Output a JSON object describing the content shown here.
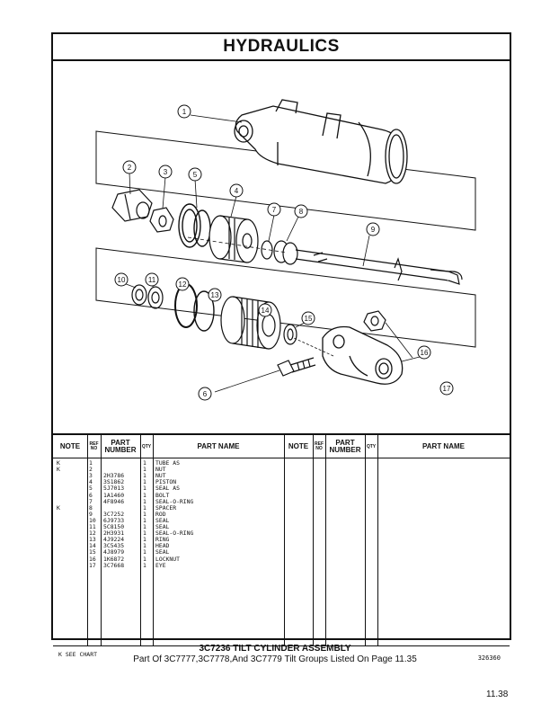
{
  "header": {
    "title": "HYDRAULICS"
  },
  "diagram": {
    "callouts": [
      "1",
      "2",
      "3",
      "5",
      "4",
      "7",
      "8",
      "9",
      "10",
      "11",
      "12",
      "13",
      "14",
      "15",
      "16",
      "17",
      "6"
    ]
  },
  "table": {
    "headers": {
      "note": "NOTE",
      "ref_no": "REF NO",
      "part_number": "PART NUMBER",
      "qty": "QTY",
      "part_name": "PART NAME"
    },
    "rows": [
      {
        "note": "K",
        "ref": "1",
        "part": "",
        "qty": "1",
        "name": "TUBE AS"
      },
      {
        "note": "K",
        "ref": "2",
        "part": "",
        "qty": "1",
        "name": "NUT"
      },
      {
        "note": "",
        "ref": "3",
        "part": "2H3786",
        "qty": "1",
        "name": "NUT"
      },
      {
        "note": "",
        "ref": "4",
        "part": "3S1862",
        "qty": "1",
        "name": "PISTON"
      },
      {
        "note": "",
        "ref": "5",
        "part": "5J7013",
        "qty": "1",
        "name": "SEAL AS"
      },
      {
        "note": "",
        "ref": "6",
        "part": "1A1460",
        "qty": "1",
        "name": "BOLT"
      },
      {
        "note": "",
        "ref": "7",
        "part": "4F8946",
        "qty": "1",
        "name": "SEAL-O-RING"
      },
      {
        "note": "K",
        "ref": "8",
        "part": "",
        "qty": "1",
        "name": "SPACER"
      },
      {
        "note": "",
        "ref": "9",
        "part": "3C7252",
        "qty": "1",
        "name": "ROD"
      },
      {
        "note": "",
        "ref": "10",
        "part": "6J9733",
        "qty": "1",
        "name": "SEAL"
      },
      {
        "note": "",
        "ref": "11",
        "part": "5C8150",
        "qty": "1",
        "name": "SEAL"
      },
      {
        "note": "",
        "ref": "12",
        "part": "2H3931",
        "qty": "1",
        "name": "SEAL-O-RING"
      },
      {
        "note": "",
        "ref": "13",
        "part": "4J9224",
        "qty": "1",
        "name": "RING"
      },
      {
        "note": "",
        "ref": "14",
        "part": "3C5435",
        "qty": "1",
        "name": "HEAD"
      },
      {
        "note": "",
        "ref": "15",
        "part": "4J8979",
        "qty": "1",
        "name": "SEAL"
      },
      {
        "note": "",
        "ref": "16",
        "part": "1K6872",
        "qty": "1",
        "name": "LOCKNUT"
      },
      {
        "note": "",
        "ref": "17",
        "part": "3C7668",
        "qty": "1",
        "name": "EYE"
      }
    ],
    "footnote": "K SEE CHART",
    "drawing_number": "326360"
  },
  "caption": {
    "title": "3C7236 TILT CYLINDER ASSEMBLY",
    "subtitle": "Part Of 3C7777,3C7778,And 3C7779 Tilt Groups Listed On Page 11.35"
  },
  "page_number": "11.38"
}
